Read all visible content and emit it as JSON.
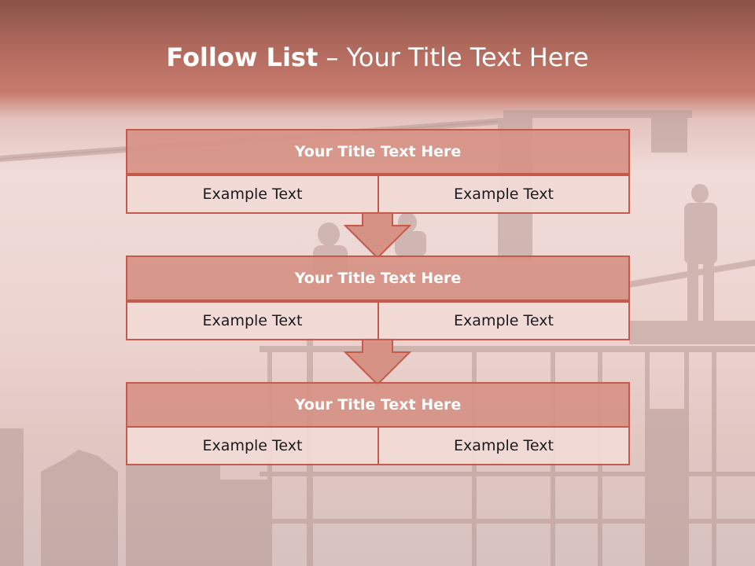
{
  "slide": {
    "title_bold": "Follow List",
    "title_rest": " – Your Title Text Here"
  },
  "blocks": [
    {
      "title": "Your Title Text Here",
      "left": "Example Text",
      "right": "Example Text"
    },
    {
      "title": "Your Title Text Here",
      "left": "Example Text",
      "right": "Example Text"
    },
    {
      "title": "Your Title Text Here",
      "left": "Example Text",
      "right": "Example Text"
    }
  ],
  "colors": {
    "header_fill": "#d69285",
    "border": "#c55a4a",
    "cell_fill": "#f2dad7",
    "title_text": "#ffffff"
  }
}
